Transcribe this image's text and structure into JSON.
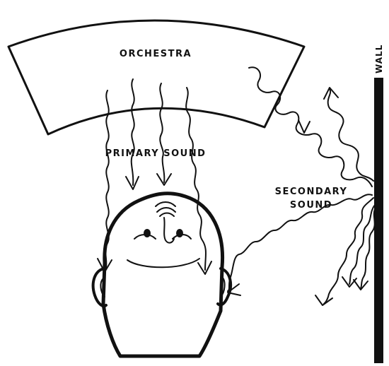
{
  "labels": {
    "orchestra": "ORCHESTRA",
    "primary_sound": "PRIMARY SOUND",
    "secondary_sound_line1": "SECONDARY",
    "secondary_sound_line2": "SOUND",
    "wall": "WALL"
  },
  "colors": {
    "ink": "#111111",
    "background": "#ffffff"
  }
}
